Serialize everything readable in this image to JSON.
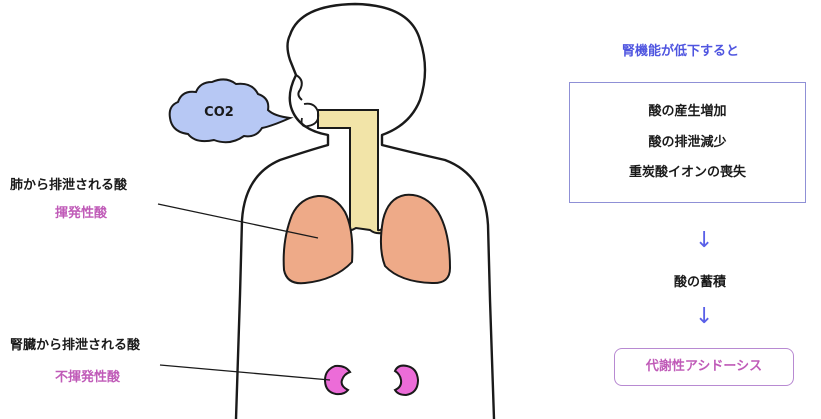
{
  "labels": {
    "co2": "CO2",
    "lung_acid": "肺から排泄される酸",
    "volatile_acid": "揮発性酸",
    "kidney_acid": "腎臓から排泄される酸",
    "nonvolatile_acid": "不揮発性酸"
  },
  "flow": {
    "heading": "腎機能が低下すると",
    "causes": [
      "酸の産生増加",
      "酸の排泄減少",
      "重炭酸イオンの喪失"
    ],
    "arrow1": "↓",
    "accumulation": "酸の蓄積",
    "arrow2": "↓",
    "result": "代謝性アシドーシス"
  },
  "colors": {
    "lung": "#eeaa88",
    "trachea": "#f2e4a8",
    "kidney": "#ec6cd8",
    "cloud": "#b7c8f4",
    "label_accent": "#c05bb8",
    "heading_accent": "#4f55e0",
    "arrow": "#5a60e8"
  }
}
